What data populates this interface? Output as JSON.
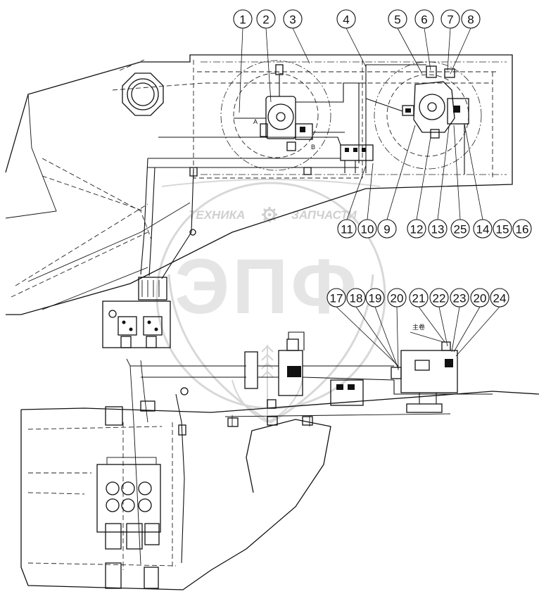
{
  "watermark": {
    "line_left": "ТЕХНИКА",
    "line_right": "ЗАПЧАСТИ",
    "logo_letters": "ЭПФ"
  },
  "labels": {
    "port_a": "A",
    "port_b": "B",
    "main_winch": "主卷"
  },
  "callouts": {
    "top": [
      "1",
      "2",
      "3",
      "4",
      "5",
      "6",
      "7",
      "8"
    ],
    "middle": [
      "11",
      "10",
      "9",
      "12",
      "13",
      "25",
      "14",
      "15",
      "16"
    ],
    "lower": [
      "17",
      "18",
      "19",
      "20",
      "21",
      "22",
      "23",
      "20",
      "24"
    ]
  }
}
